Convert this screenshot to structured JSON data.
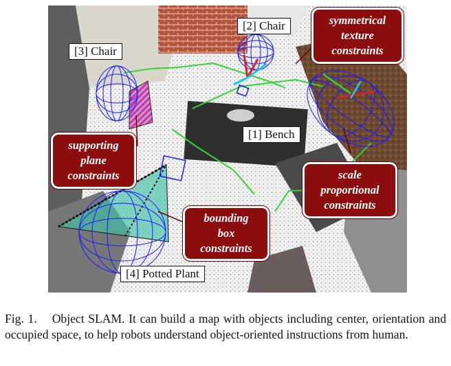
{
  "figure": {
    "object_tags": {
      "chair2": "[2] Chair",
      "chair3": "[3] Chair",
      "bench": "[1] Bench",
      "plant": "[4] Potted Plant"
    },
    "callouts": {
      "symmetric": [
        "symmetrical",
        "texture",
        "constraints"
      ],
      "supporting": [
        "supporting",
        "plane",
        "constraints"
      ],
      "scale": [
        "scale",
        "proportional",
        "constraints"
      ],
      "bbox": [
        "bounding",
        "box",
        "constraints"
      ]
    },
    "colors": {
      "callout_fill": "#8b0d0d",
      "ellipsoid_wire": "#1a1aff",
      "trajectory": "#33d433",
      "plane_hatch": "#e0308f",
      "frustum": "#3fc1a8",
      "cyan_axis": "#19c8e8"
    }
  },
  "caption": {
    "label": "Fig. 1.",
    "text": "Object SLAM. It can build a map with objects including center, orientation and occupied space, to help robots understand object-oriented instructions from human."
  }
}
